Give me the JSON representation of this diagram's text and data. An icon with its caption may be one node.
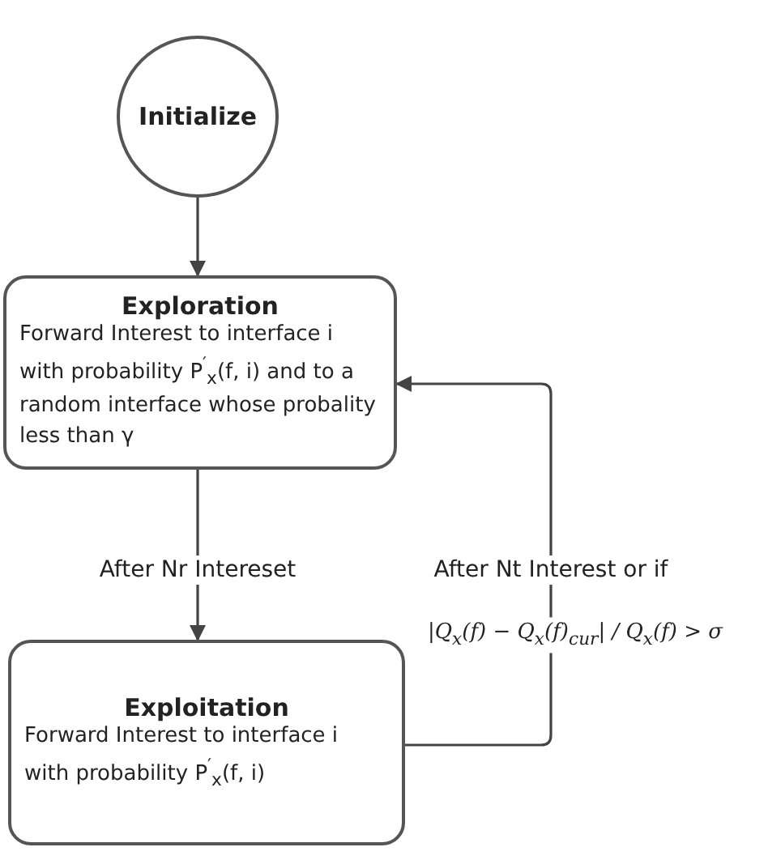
{
  "diagram": {
    "nodes": [
      {
        "text": [
          "Initialize"
        ]
      },
      {
        "text": [
          "Exploration",
          "Forward Interest to interface i with probability P$^{′}$$_{x}$(f, i) and to a random interface whose probality less than γ"
        ]
      },
      {
        "text": [
          "Exploitation",
          "Forward Interest to interface i with probability P$^{′}$$_{x}$(f, i)"
        ]
      }
    ],
    "edges": [
      {
        "from": 0,
        "to": 1,
        "arrow": "to"
      },
      {
        "from": 1,
        "to": 2,
        "arrow": "to",
        "label": "After Nr Intereset"
      },
      {
        "from": 2,
        "to": 1,
        "arrow": "to",
        "label": "After Nt Interest or if"
      }
    ],
    "labels": [
      "|Q$_{x}$(f) − Q$_{x}$(f)$_{cur}$| / Q$_{x}$(f) > σ"
    ]
  }
}
